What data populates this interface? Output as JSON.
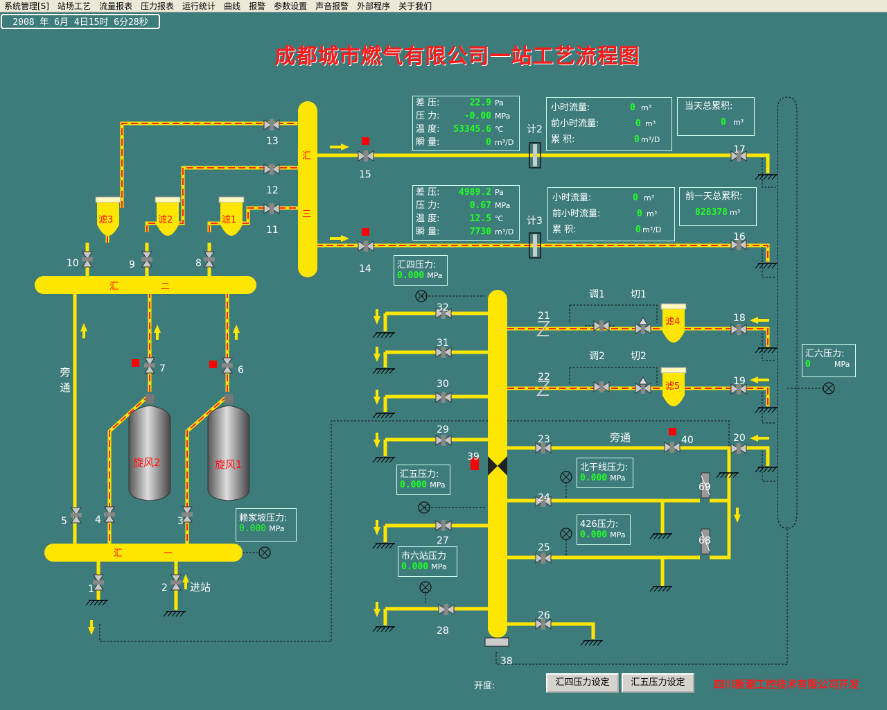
{
  "menu": [
    "系统管理[S]",
    "站场工艺",
    "流量报表",
    "压力报表",
    "运行统计",
    "曲线",
    "报警",
    "参数设置",
    "声音报警",
    "外部程序",
    "关于我们"
  ],
  "datetime": "2008 年  6月  4日15时  6分28秒",
  "title": "成都城市燃气有限公司一站工艺流程图",
  "meter_top": {
    "dp_label": "差  压:",
    "dp": "22.9",
    "dp_unit": "Pa",
    "p_label": "压  力:",
    "p": "-0.00",
    "p_unit": "MPa",
    "t_label": "温  度:",
    "t": "53345.6",
    "t_unit": "℃",
    "q_label": "瞬  量:",
    "q": "0",
    "q_unit": "m³/D"
  },
  "meter_bottom": {
    "dp_label": "差  压:",
    "dp": "4989.2",
    "dp_unit": "Pa",
    "p_label": "压  力:",
    "p": "0.67",
    "p_unit": "MPa",
    "t_label": "温  度:",
    "t": "12.5",
    "t_unit": "℃",
    "q_label": "瞬  量:",
    "q": "7730",
    "q_unit": "m³/D"
  },
  "flow_top": {
    "hour_label": "小时流量:",
    "hour": "0",
    "hour_unit": "m³",
    "prev_label": "前小时流量:",
    "prev": "0",
    "prev_unit": "m³",
    "acc_label": "累      积:",
    "acc": "0",
    "acc_unit": "m³/D"
  },
  "flow_bottom": {
    "hour_label": "小时流量:",
    "hour": "0",
    "hour_unit": "m³",
    "prev_label": "前小时流量:",
    "prev": "0",
    "prev_unit": "m³",
    "acc_label": "累      积:",
    "acc": "0",
    "acc_unit": "m³/D"
  },
  "today_total": {
    "label": "当天总累积:",
    "value": "0",
    "unit": "m³"
  },
  "prev_day_total": {
    "label": "前一天总累积:",
    "value": "828378",
    "unit": "m³"
  },
  "meter_names": {
    "m2": "计2",
    "m3": "计3"
  },
  "pressures": {
    "hui4": {
      "label": "汇四压力:",
      "value": "0.000",
      "unit": "MPa"
    },
    "hui5": {
      "label": "汇五压力:",
      "value": "0.000",
      "unit": "MPa"
    },
    "hui6": {
      "label": "汇六压力:",
      "value": "0",
      "unit": "MPa"
    },
    "beigan": {
      "label": "北干线压力:",
      "value": "0.000",
      "unit": "MPa"
    },
    "p426": {
      "label": "426压力:",
      "value": "0.000",
      "unit": "MPa"
    },
    "shiliu": {
      "label": "市六站压力",
      "value": "0.000",
      "unit": "MPa"
    },
    "laijia": {
      "label": "赖家坡压力:",
      "value": "0.000",
      "unit": "MPa"
    }
  },
  "headers": {
    "hui1a": "汇",
    "hui1b": "一",
    "hui2a": "汇",
    "hui2b": "二",
    "hui3a": "汇",
    "hui3b": "三"
  },
  "filters": {
    "f1": "滤1",
    "f2": "滤2",
    "f3": "滤3",
    "f4": "滤4",
    "f5": "滤5"
  },
  "cyclones": {
    "c1": "旋风1",
    "c2": "旋风2"
  },
  "labels": {
    "bypass_left": "旁通",
    "bypass_mid": "旁通",
    "inlet": "进站",
    "tiao1": "调1",
    "tiao2": "调2",
    "qie1": "切1",
    "qie2": "切2",
    "opening": "开度:"
  },
  "valves": [
    "1",
    "2",
    "3",
    "4",
    "5",
    "6",
    "7",
    "8",
    "9",
    "10",
    "11",
    "12",
    "13",
    "14",
    "15",
    "16",
    "17",
    "18",
    "19",
    "20",
    "21",
    "22",
    "23",
    "24",
    "25",
    "26",
    "27",
    "28",
    "29",
    "30",
    "31",
    "32",
    "38",
    "39",
    "40",
    "68",
    "69"
  ],
  "buttons": {
    "set4": "汇四压力设定",
    "set5": "汇五压力设定"
  },
  "company": "四川新潮工控技术有限公司开发",
  "colors": {
    "background": "#3e7c7c",
    "pipe": "#ffe600",
    "flow": "#ff2020",
    "title": "#ff1a1a",
    "value": "#22ff22"
  }
}
